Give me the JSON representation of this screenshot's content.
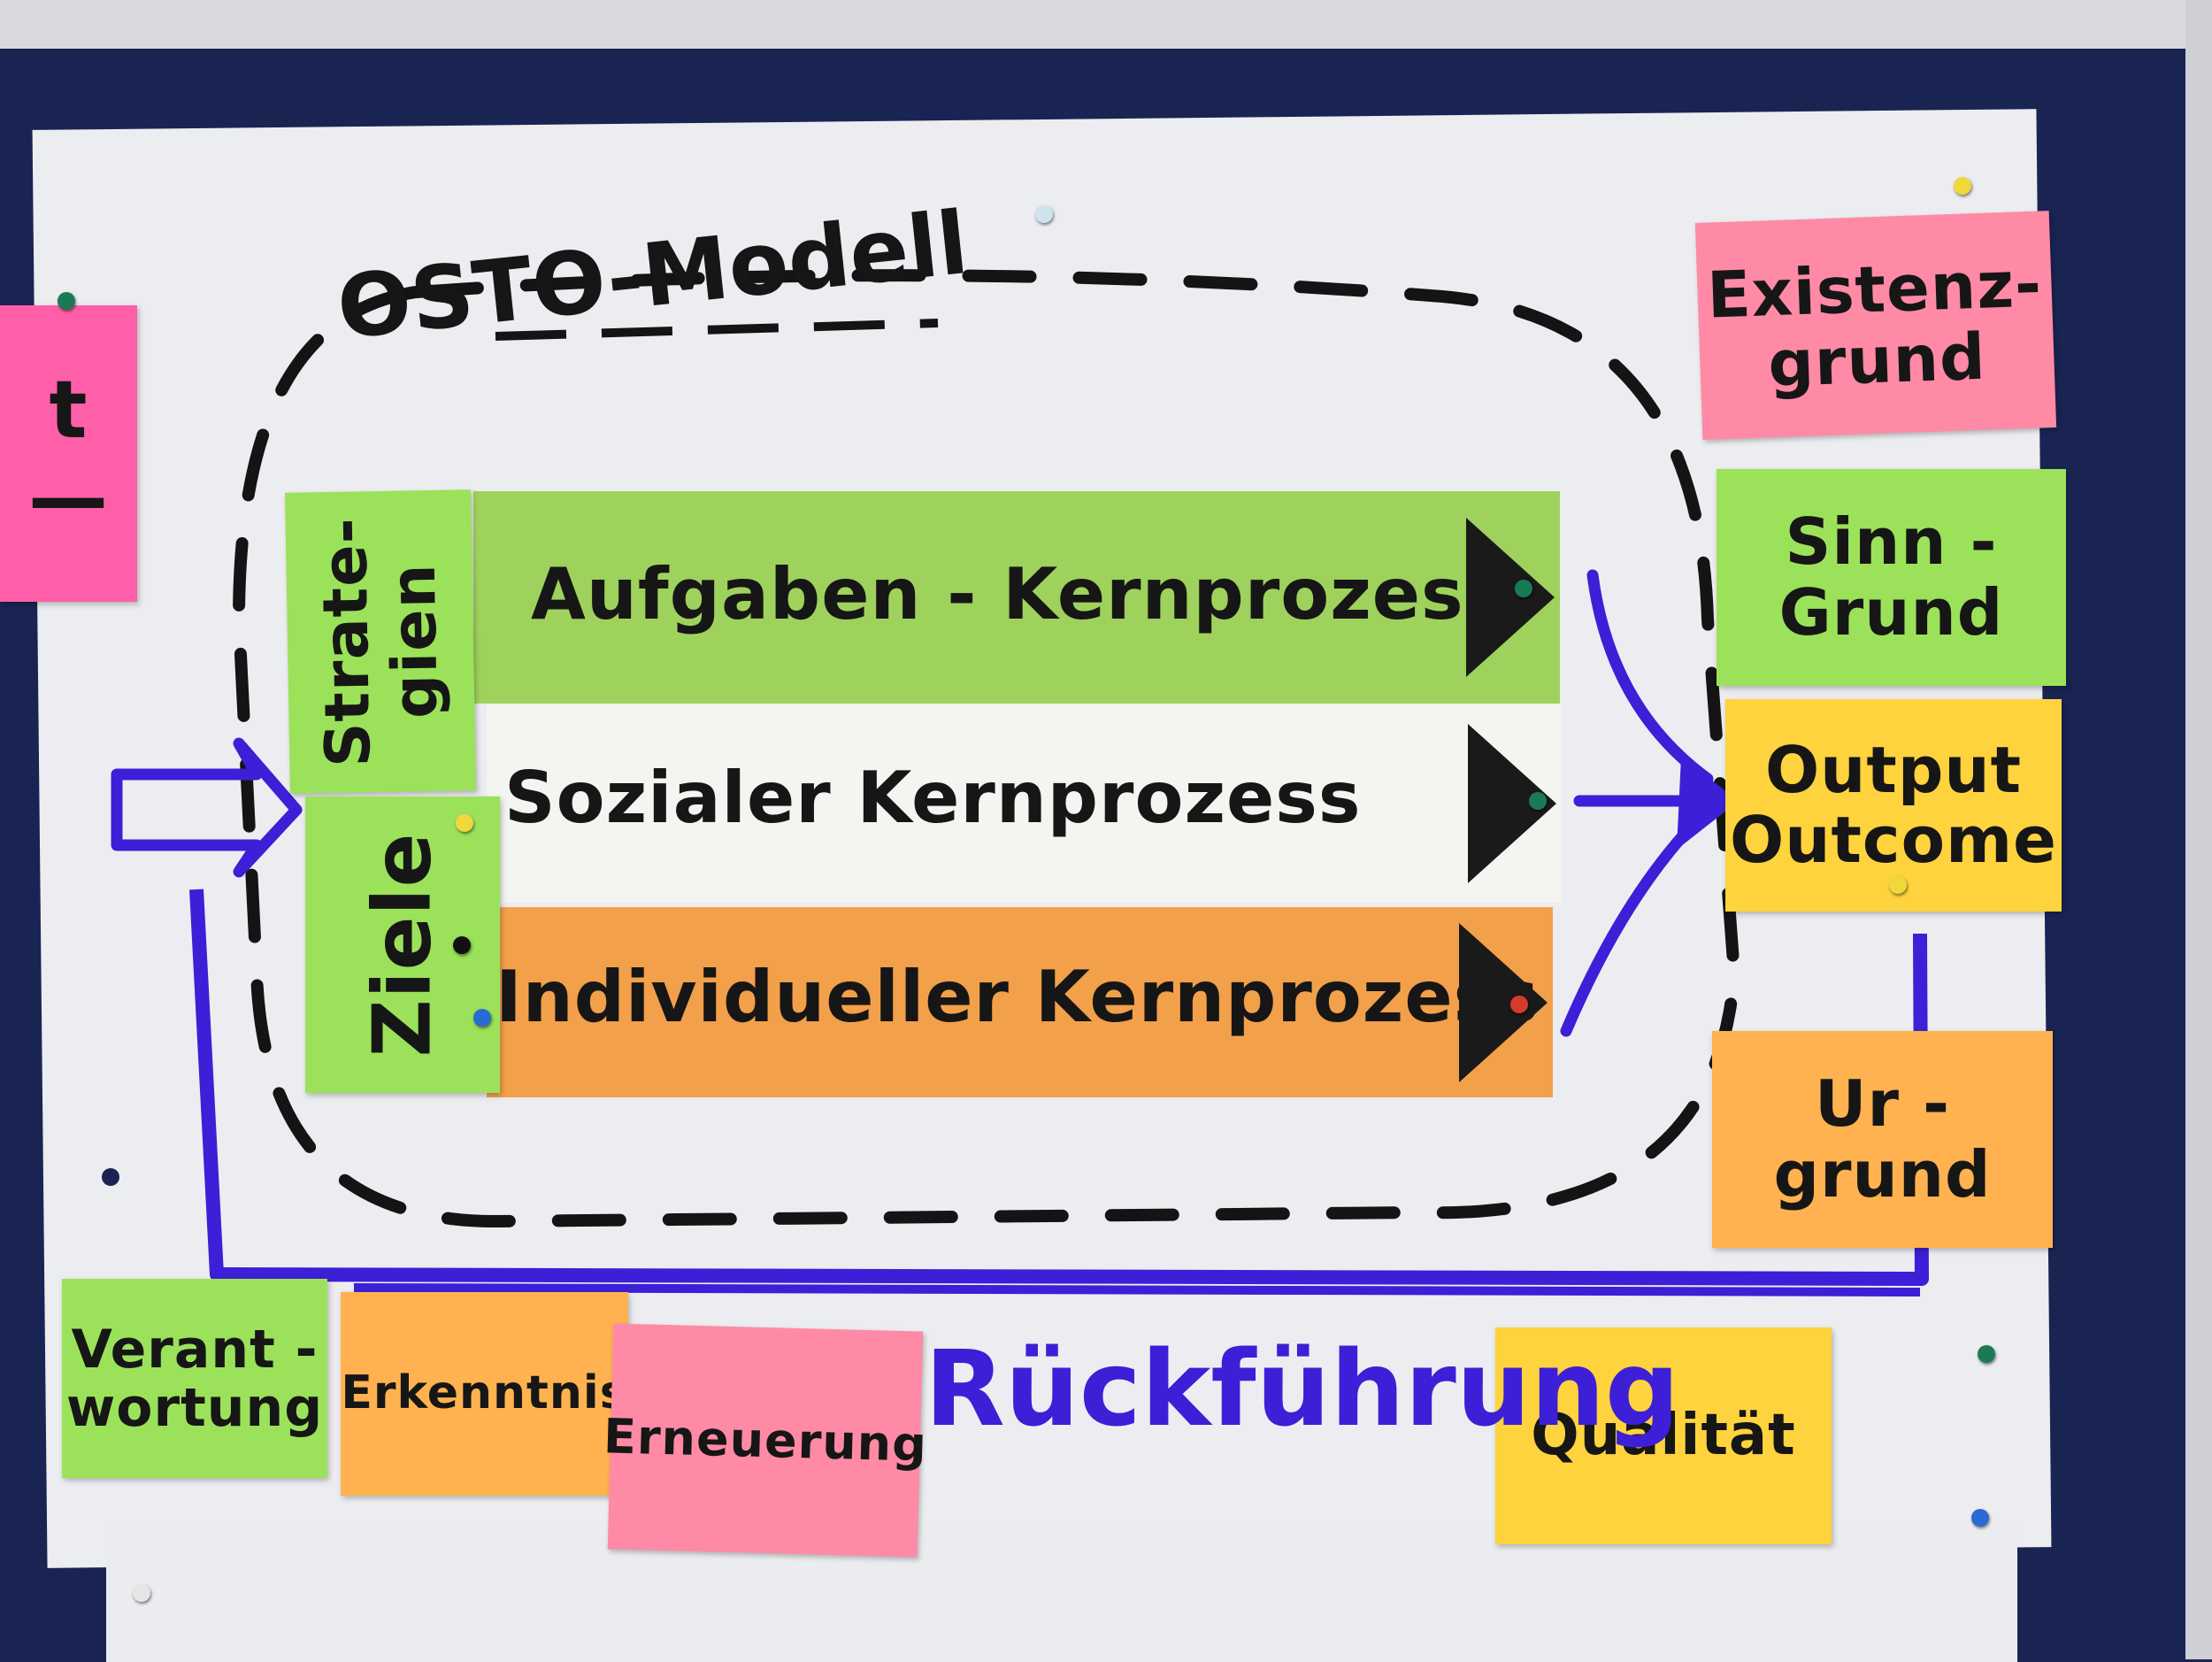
{
  "title": "OSTO-Modell",
  "left_notes": {
    "strategien": [
      "Strate-",
      "gien"
    ],
    "ziele": "Ziele"
  },
  "processes": [
    {
      "label": "Aufgaben - Kernprozess",
      "color": "#9ed25c"
    },
    {
      "label": "Sozialer Kernprozess",
      "color": "#f4f4f1"
    },
    {
      "label": "Individueller Kernprozess",
      "color": "#f3a04a"
    }
  ],
  "right_notes": {
    "existenzgrund": [
      "Existenz-",
      "grund"
    ],
    "sinngrund": [
      "Sinn -",
      "Grund"
    ],
    "output": [
      "Output",
      "Outcome"
    ],
    "urgrund": [
      "Ur -",
      "grund"
    ]
  },
  "bottom_notes": {
    "verantwortung": [
      "Verant -",
      "wortung"
    ],
    "erkenntnis": "Erkenntnis",
    "erneuerung": "Erneuerung",
    "qualitaet": "Qualität"
  },
  "feedback_label": "Rückführung",
  "edge_note_left": [
    "t",
    "—"
  ],
  "colors": {
    "board": "#1a2453",
    "arrow": "#3c1fd6",
    "green_note": "#9be25a",
    "pink_note": "#ff8aa6",
    "orange_note": "#ffb24f",
    "yellow_note": "#ffd33d"
  }
}
